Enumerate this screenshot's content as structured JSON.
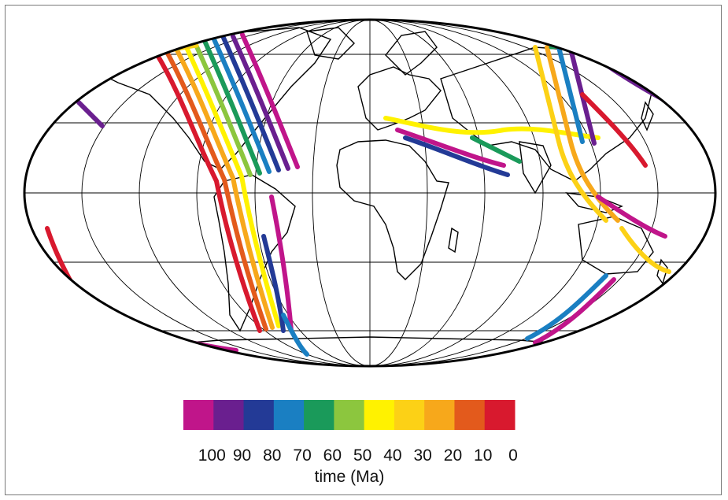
{
  "map": {
    "projection": "Mollweide (world)",
    "graticule": true,
    "coastlines": true,
    "feature_colors_by_age": true
  },
  "legend": {
    "title": "time (Ma)",
    "ticks": [
      "100",
      "90",
      "80",
      "70",
      "60",
      "50",
      "40",
      "30",
      "20",
      "10",
      "0"
    ],
    "bins": [
      {
        "from": 100,
        "to": 90,
        "color": "#c0158a"
      },
      {
        "from": 90,
        "to": 80,
        "color": "#6a1f8f"
      },
      {
        "from": 80,
        "to": 70,
        "color": "#233a96"
      },
      {
        "from": 70,
        "to": 60,
        "color": "#1a7fc2"
      },
      {
        "from": 60,
        "to": 50,
        "color": "#1a9a5a"
      },
      {
        "from": 50,
        "to": 40,
        "color": "#8cc63e"
      },
      {
        "from": 40,
        "to": 30,
        "color": "#fff200"
      },
      {
        "from": 30,
        "to": 20,
        "color": "#fcd116"
      },
      {
        "from": 20,
        "to": 10,
        "color": "#f7a81b"
      },
      {
        "from": 10,
        "to": 0,
        "color": "#e35a1c"
      },
      {
        "from": 0,
        "to": 0,
        "color": "#d8192e"
      }
    ]
  }
}
